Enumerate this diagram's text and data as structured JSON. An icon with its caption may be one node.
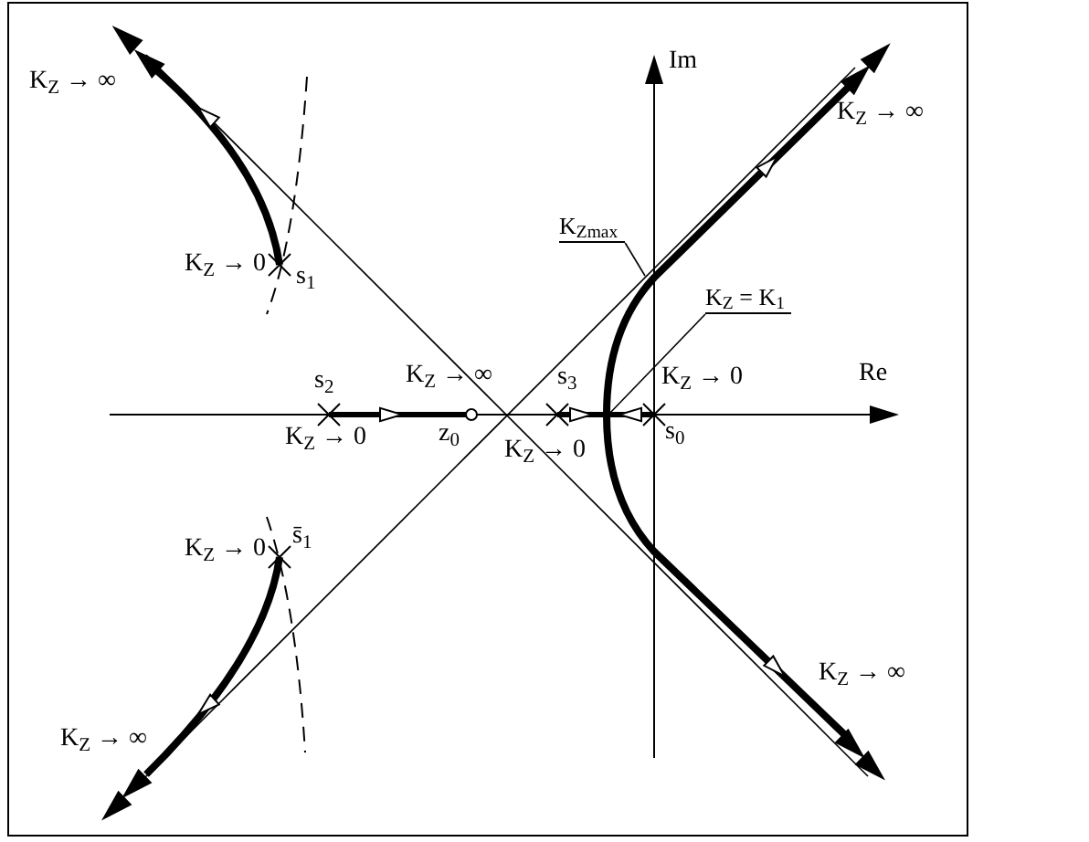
{
  "diagram": {
    "nodes": [
      {
        "text": [
          "K$_{Zmax}$"
        ]
      },
      {
        "text": [
          "K$_{Z}$ = K$_{1}$"
        ]
      }
    ],
    "edges": [
      {
        "from": 0,
        "to": null,
        "arrow": "none"
      },
      {
        "from": 1,
        "to": null,
        "arrow": "none"
      }
    ],
    "labels": [
      "K$_{Z}$ → ∞",
      "Im",
      "K$_{Z}$ → ∞",
      "K$_{Z}$ → 0",
      "s$_{1}$",
      "s$_{2}$",
      "K$_{Z}$ → ∞",
      "s$_{3}$",
      "K$_{Z}$ → 0",
      "Re",
      "K$_{Z}$ → 0",
      "z$_{0}$",
      "s$_{0}$",
      "K$_{Z}$ → 0",
      "K$_{Z}$ → 0",
      "s̄$_{1}$",
      "K$_{Z}$ → ∞",
      "K$_{Z}$ → ∞"
    ]
  }
}
